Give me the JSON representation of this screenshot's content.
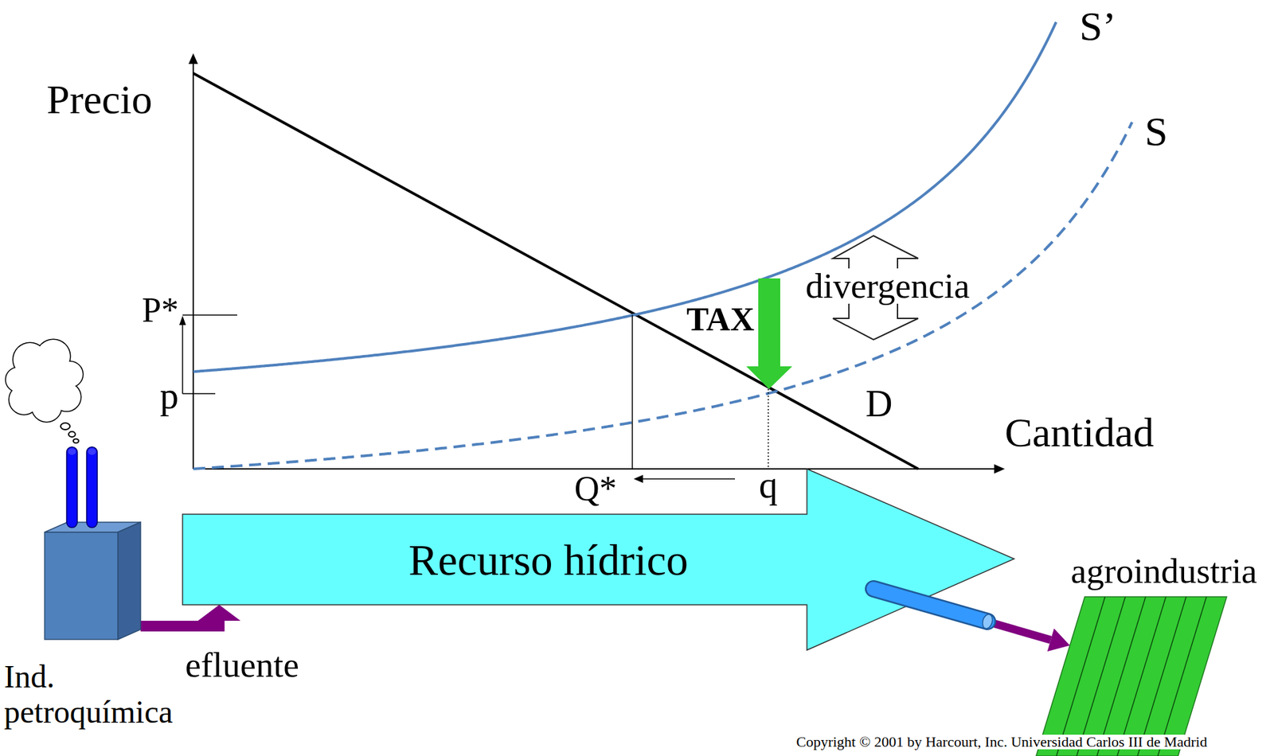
{
  "diagram": {
    "nodes": [
      {
        "text": [
          "Ind. petroquímica"
        ]
      },
      {
        "text": [
          "Recurso hídrico"
        ]
      },
      {
        "text": [
          "agroindustria"
        ]
      }
    ],
    "edges": [
      {
        "from": 0,
        "to": 1,
        "label": "efluente",
        "arrow": "to"
      },
      {
        "from": 1,
        "to": 2,
        "arrow": "to"
      }
    ],
    "labels": [
      "Precio",
      "P*",
      "p",
      "S’",
      "S",
      "divergencia",
      "TAX",
      "D",
      "Cantidad",
      "Q*",
      "q",
      "Copyright © 2001 by Harcourt, Inc. Universidad Carlos III de Madrid"
    ]
  }
}
